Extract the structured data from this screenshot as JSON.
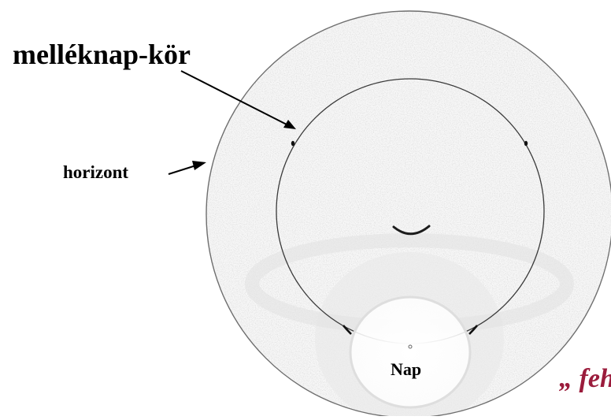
{
  "labels": {
    "parhelic_circle": "melléknap-kör",
    "horizon": "horizont",
    "sun": "Nap",
    "white_caption": "„ feh"
  },
  "colors": {
    "ink": "#000000",
    "horizon_circle": "#6e6e6e",
    "halo_ring": "#3a3a3a",
    "caption_accent": "#9b1c3c",
    "sky_speckle": "#d8d8d8"
  }
}
